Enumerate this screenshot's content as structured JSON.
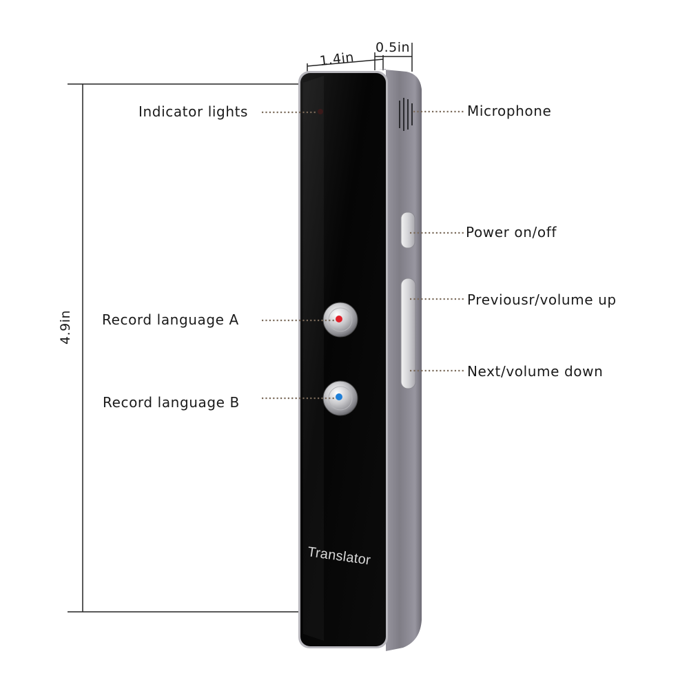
{
  "dimensions": {
    "width": "1.4in",
    "depth": "0.5in",
    "height": "4.9in"
  },
  "device": {
    "brand_text": "Translator",
    "body_color": "#0a0a0a",
    "frame_color": "#8c8a93",
    "record_a_dot_color": "#e0202a",
    "record_b_dot_color": "#1e7fd8"
  },
  "callouts": {
    "indicator_lights": "Indicator lights",
    "microphone": "Microphone",
    "power": "Power on/off",
    "previous_volume_up": "Previousr/volume up",
    "next_volume_down": "Next/volume down",
    "record_a": "Record language A",
    "record_b": "Record language B"
  }
}
